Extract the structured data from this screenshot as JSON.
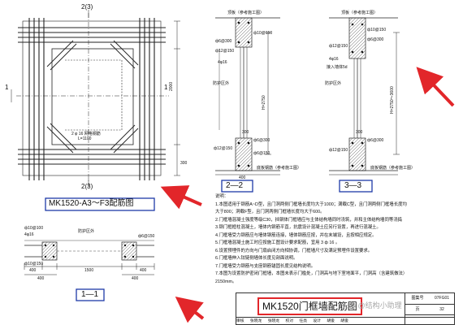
{
  "colors": {
    "ink": "#1a1a1a",
    "highlight_red": "#e2262a",
    "highlight_blue": "#1e3aa8"
  },
  "plan": {
    "section_mark_left": "2(3)",
    "section_mark_bottom": "2(3)",
    "section_mark_side": "1",
    "section_mark_side2": "1",
    "dim_right": "2000",
    "dim_small": "300",
    "hatch_note_1": "2 φ 16 网格钢筋",
    "hatch_note_2": "L=1100",
    "caption": "MK1520-A3～F3配筋图"
  },
  "section11": {
    "caption": "1—1",
    "left_labels": [
      "ф10@100",
      "4φ16",
      "ф10@150"
    ],
    "mid_label": "防护区外",
    "dims_left": [
      "400",
      "400"
    ],
    "dims_mid": [
      "1500"
    ],
    "dims_right": [
      "400",
      "400"
    ],
    "right_labels": [
      "ф6@150"
    ]
  },
  "section22": {
    "caption": "2—2",
    "top_label": "顶板（参考施工图）",
    "labels": [
      "ф10@150",
      "ф6@300",
      "ф12@150",
      "4φ16",
      "防护区外",
      "ф12@150",
      "ф6@300",
      "ф6@150"
    ],
    "dim_vertical": "H=2750",
    "dim_300": "300",
    "dim_400": "400",
    "bottom_label": "底板钢筋（参考施工图）"
  },
  "section33": {
    "caption": "3—3",
    "top_label": "顶板（参考施工图）",
    "labels": [
      "ф10@150",
      "ф6@300",
      "4φ16",
      "接入墙体5d",
      "ф12@150",
      "防护区外",
      "ф6@300",
      "ф12@150"
    ],
    "dim_vertical": "H=2750～3600",
    "dim_300": "300",
    "bottom_label": "底板钢筋（参考施工图）"
  },
  "notes": {
    "title": "说明：",
    "lines": [
      "1.本图适用于钢筋A~D型，且门洞两侧门框墙长度均大于1000；满载C型，且门洞两侧门框墙长度均",
      "大于800；洞载F型，且门洞两侧门框墙长度均大于600。",
      "2.门框墙混凝土强度等级C30，挡钢体门框墙应与主体结构墙同时浇筑，并和主体结构墙同等浇捣",
      "3.钢门框框柱混凝土，墙体内钢筋平直，抗震设计混凝土应另行设置，再进行混凝土。",
      "4.门框墙受力钢筋应与墙体钢筋连接，墙体钢筋应按，并在末端设，且按相应规定。",
      "5.门框墙混凝土施工时应按施工图设计要求配筋，宜用 3 ф 16 。",
      "6.设置预埋件的方向与门扇启闭方向相协调，门框墙尺寸及满足预埋件设置要求。",
      "6.门框墙伸入铰链侧墙体长度见剖面说明。",
      "7.门框墙受力钢筋与支座钢筋锚固长度见结构说明。",
      "7.本图为设置防护密闭门框墙，本图未表示门槛处，门洞高与地下室地面平，门洞高（含建筑做法）",
      "2150mm。"
    ]
  },
  "titleblock": {
    "title": "MK1520门框墙配筋图",
    "row": [
      "审核",
      "张晓龙",
      "张晓龙",
      "校对",
      "任亮",
      "设计",
      "胡俊",
      "胡俊"
    ],
    "side": [
      [
        "图集号",
        "07FG01"
      ],
      [
        "页",
        "32"
      ]
    ]
  },
  "watermark": "头条 @结构小助理"
}
